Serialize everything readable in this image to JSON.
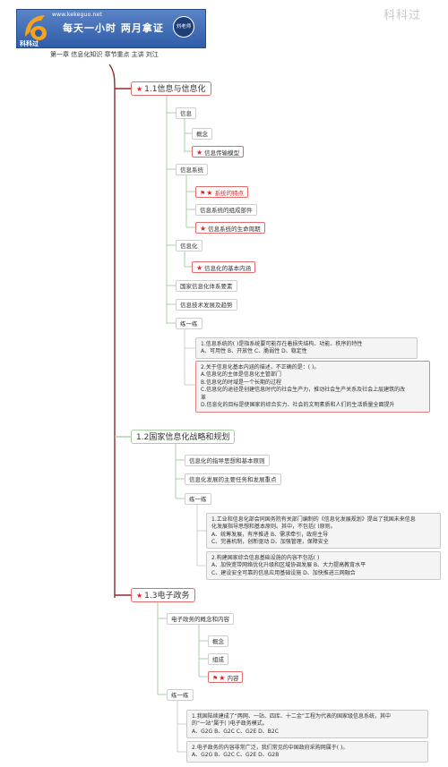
{
  "header": {
    "site": "www.kekeguo.net",
    "brand": "科科过",
    "slogan": "每天一小时    两月拿证",
    "badge": "刘老师",
    "chapter": "第一章  信息化知识  章节重点  主讲  刘江",
    "watermark": "科科过"
  },
  "colors": {
    "branch": "#8a2c2c",
    "section_border": "#a9cfa6",
    "highlight": "#e02424",
    "banner": "#2f5da8"
  },
  "sections": [
    {
      "title": "1.1信息与信息化",
      "starred": true,
      "children": [
        {
          "label": "信息",
          "items": [
            {
              "label": "概念"
            },
            {
              "label": "信息传输模型",
              "starred": true
            }
          ]
        },
        {
          "label": "信息系统",
          "items": [
            {
              "label": "系统的特点",
              "flag": true,
              "starred": true
            },
            {
              "label": "信息系统的组成部件"
            },
            {
              "label": "信息系统的生命周期",
              "starred": true
            }
          ]
        },
        {
          "label": "信息化",
          "items": [
            {
              "label": "信息化的基本内涵",
              "starred": true
            }
          ]
        },
        {
          "label": "国家信息化体系要素"
        },
        {
          "label": "信息技术发展及趋势"
        },
        {
          "label": "练一练"
        }
      ],
      "questions": [
        {
          "lines": [
            "1.信息系统的(     )是指系统要可能存在着损失结构、功能、秩序的特性",
            "A、可用性     B、开放性     C、脆弱性     D、稳定性"
          ]
        },
        {
          "lines": [
            "2.关于信息化基本内涵的描述，不正确的是：(     )。",
            "A.信息化的主体是信息化主管部门",
            "B.信息化的时域是一个长期的过程",
            "C.信息化的途径是创建信息时代的社会生产力，推动社会生产关系及社会上层建筑的改",
            "革",
            "D.信息化的目标是使国家的综合实力、社会的文明素质和人们的生活质量全面提升"
          ]
        }
      ]
    },
    {
      "title": "1.2国家信息化战略和规划",
      "starred": false,
      "children": [
        {
          "label": "信息化的指导思想和基本原则"
        },
        {
          "label": "信息化发展的主要任务和发展重点"
        },
        {
          "label": "练一练"
        }
      ],
      "questions": [
        {
          "lines": [
            "1.工业和信息化部会同国务院有关部门编制的《信息化发展规划》提出了我国未来信息",
            "化发展指导思想和基本原则。其中，不包括(     )原则。",
            "A、统筹发展，有序推进          B、需求牵引，政府主导",
            "C、完善机制，创新驱动          D、加强管理，保障安全"
          ]
        },
        {
          "lines": [
            "2.构建国家综合信息基础设施的内容不包括(     )",
            "A、加快宽带网络优化升级和区域协调发展          B、大力提高教育水平",
            "C、建设安全可靠的信息应用基础设施          D、加快推进三网融合"
          ]
        }
      ]
    },
    {
      "title": "1.3电子政务",
      "starred": true,
      "children": [
        {
          "label": "电子政务的概念和内容",
          "items": [
            {
              "label": "概念"
            },
            {
              "label": "组成"
            },
            {
              "label": "内容",
              "flag": true,
              "starred": true
            }
          ]
        },
        {
          "label": "练一练"
        }
      ],
      "questions": [
        {
          "lines": [
            "1.我国陆续建成了“两网、一站、四库、十二金”工程为代表的国家级信息系统，其中",
            "的“一站”属于(     )电子政务模式。",
            "A、G2G     B、G2C     C、G2E     D、B2C"
          ]
        },
        {
          "lines": [
            "2.电子政务的内容非常广泛，我们常见的中国政府采购网属于(     )。",
            "A、G2G     B、G2C     C、G2E     D、G2B"
          ]
        }
      ]
    }
  ]
}
